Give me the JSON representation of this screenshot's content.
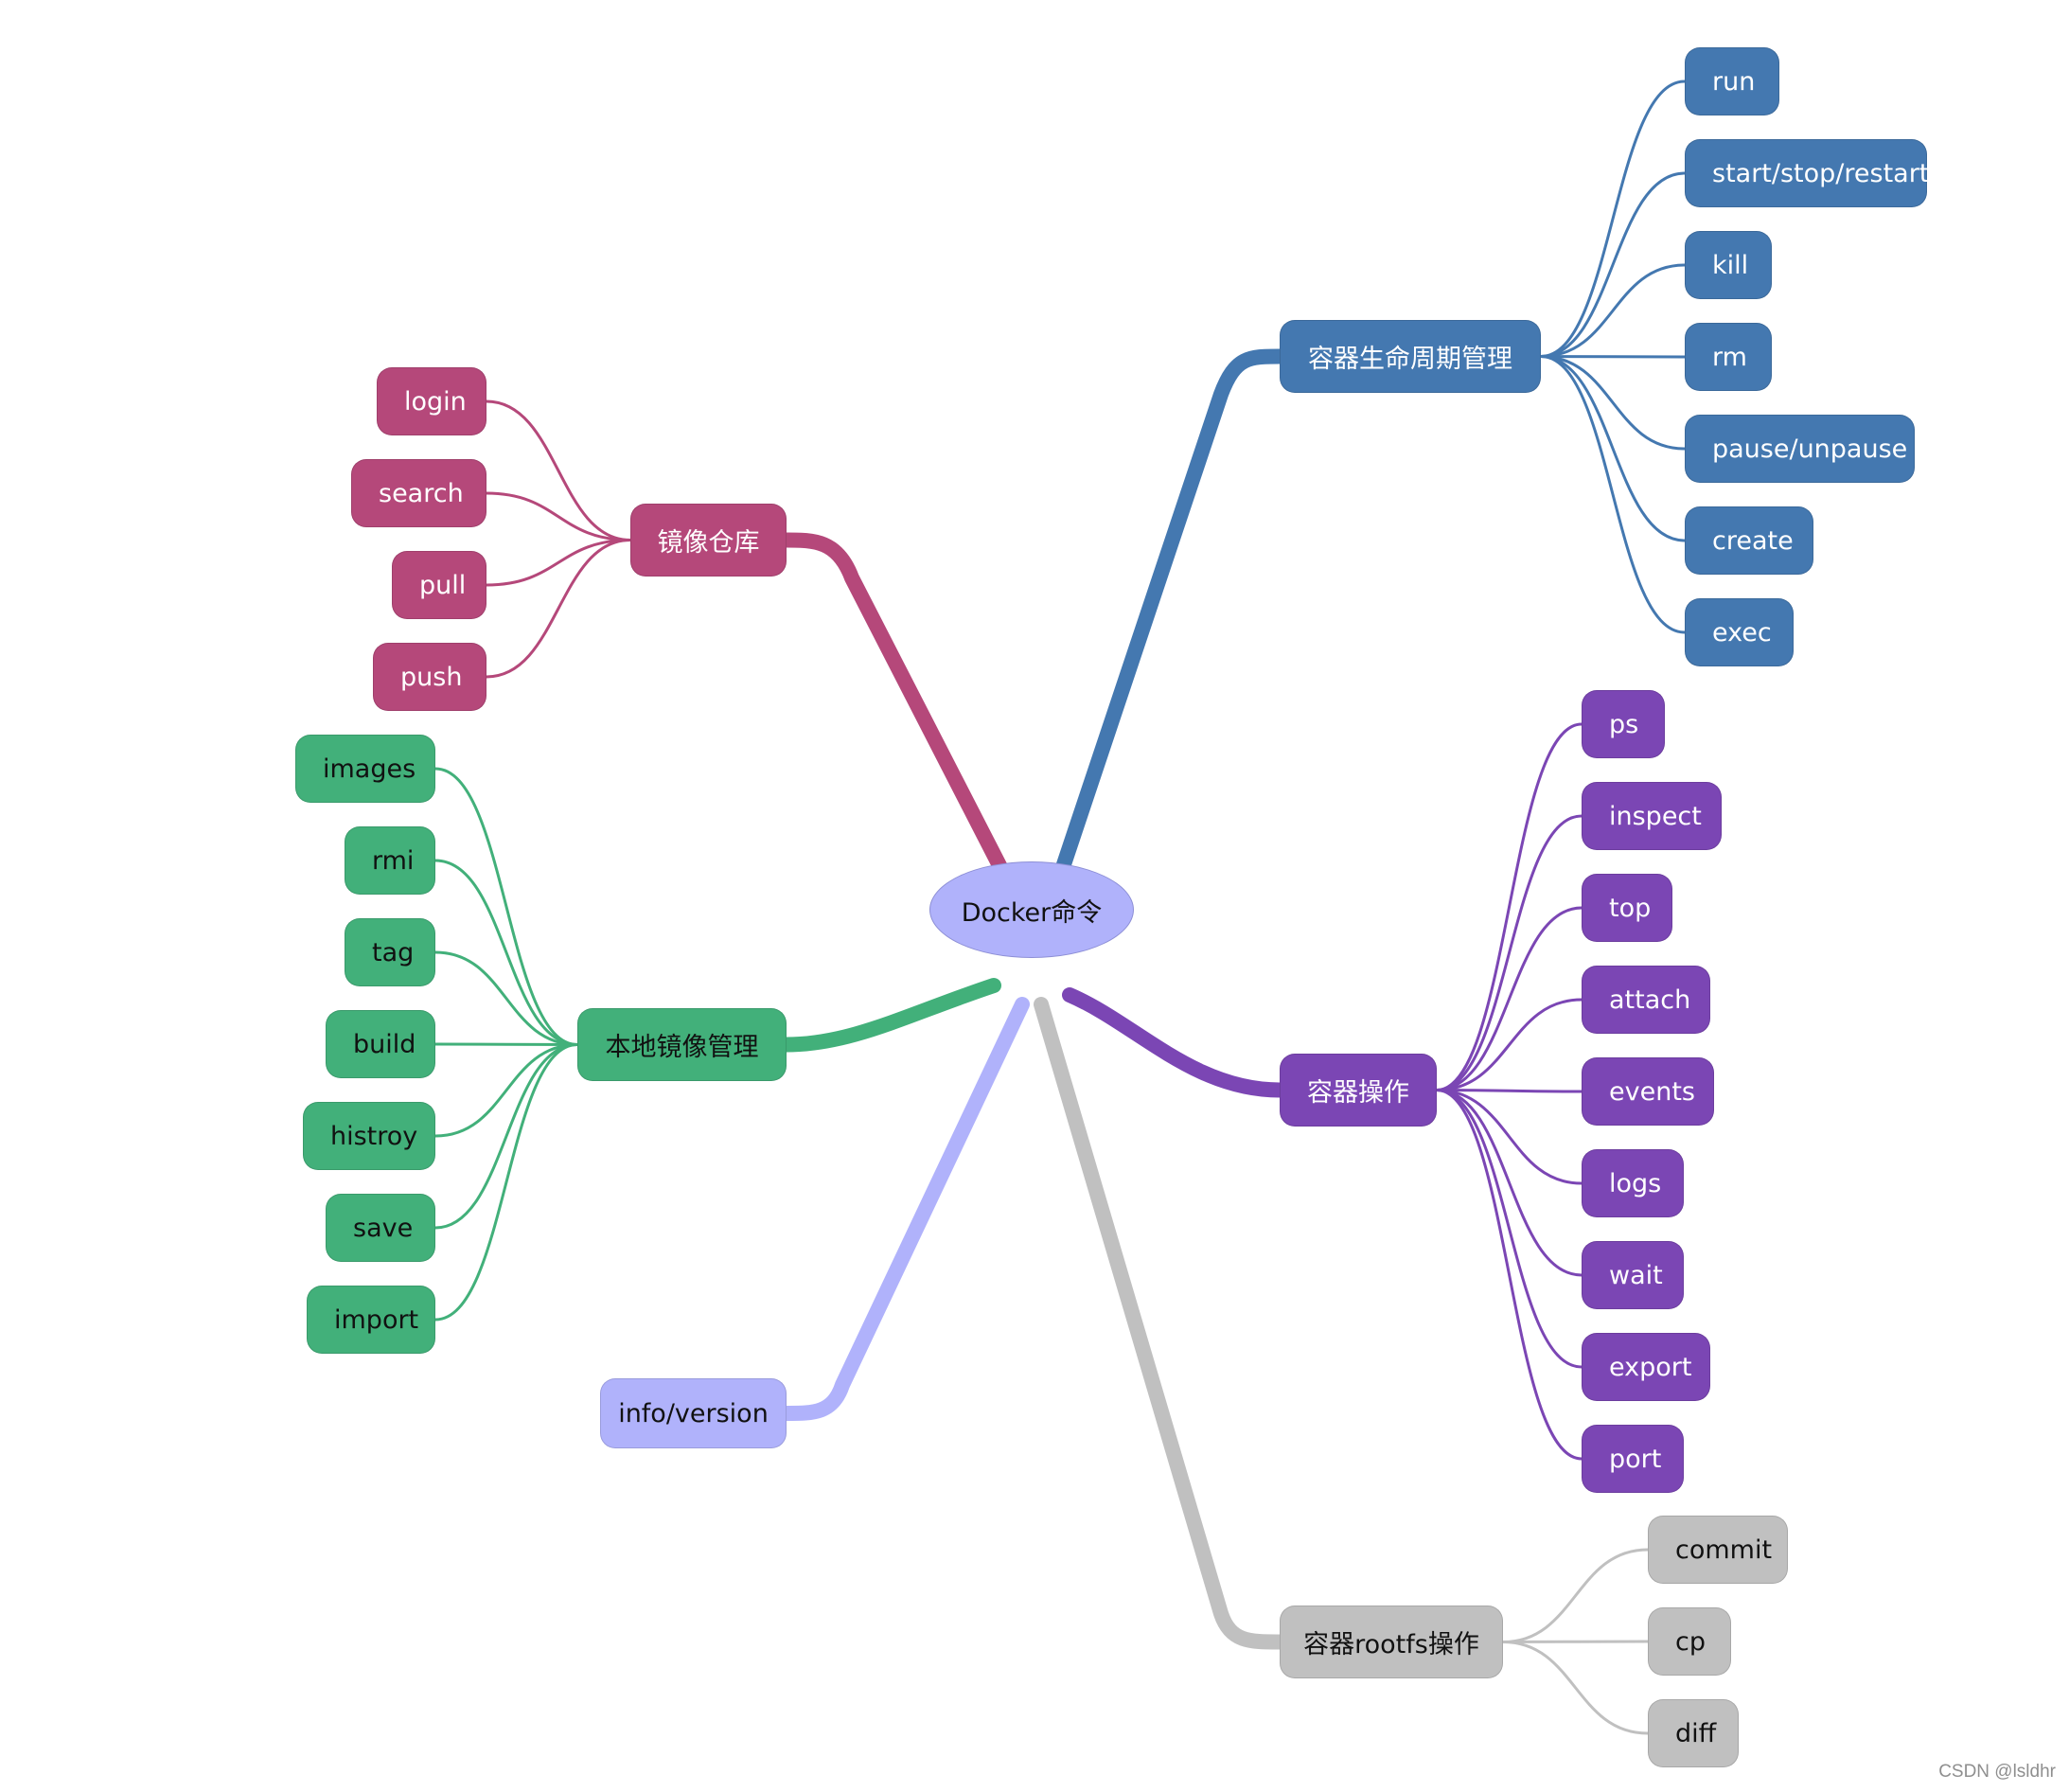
{
  "mindmap": {
    "center": {
      "label": "Docker命令",
      "color": "#b0b2fb",
      "text_color": "#111111"
    },
    "branches": [
      {
        "id": "container-lifecycle",
        "label": "容器生命周期管理",
        "side": "right",
        "color": "#4478b0",
        "text_color": "#ffffff",
        "leaves": [
          "run",
          "start/stop/restart",
          "kill",
          "rm",
          "pause/unpause",
          "create",
          "exec"
        ]
      },
      {
        "id": "container-ops",
        "label": "容器操作",
        "side": "right",
        "color": "#7b46b4",
        "text_color": "#ffffff",
        "leaves": [
          "ps",
          "inspect",
          "top",
          "attach",
          "events",
          "logs",
          "wait",
          "export",
          "port"
        ]
      },
      {
        "id": "container-rootfs",
        "label": "容器rootfs操作",
        "side": "right",
        "color": "#c0c0c0",
        "text_color": "#111111",
        "leaves": [
          "commit",
          "cp",
          "diff"
        ]
      },
      {
        "id": "image-registry",
        "label": "镜像仓库",
        "side": "left",
        "color": "#b5487a",
        "text_color": "#ffffff",
        "leaves": [
          "login",
          "search",
          "pull",
          "push"
        ]
      },
      {
        "id": "local-images",
        "label": "本地镜像管理",
        "side": "left",
        "color": "#42b07a",
        "text_color": "#111111",
        "leaves": [
          "images",
          "rmi",
          "tag",
          "build",
          "histroy",
          "save",
          "import"
        ]
      },
      {
        "id": "info-version",
        "label": "info/version",
        "side": "left",
        "color": "#b0b2fb",
        "text_color": "#111111",
        "leaves": []
      }
    ]
  },
  "watermark": "CSDN @lsldhr"
}
